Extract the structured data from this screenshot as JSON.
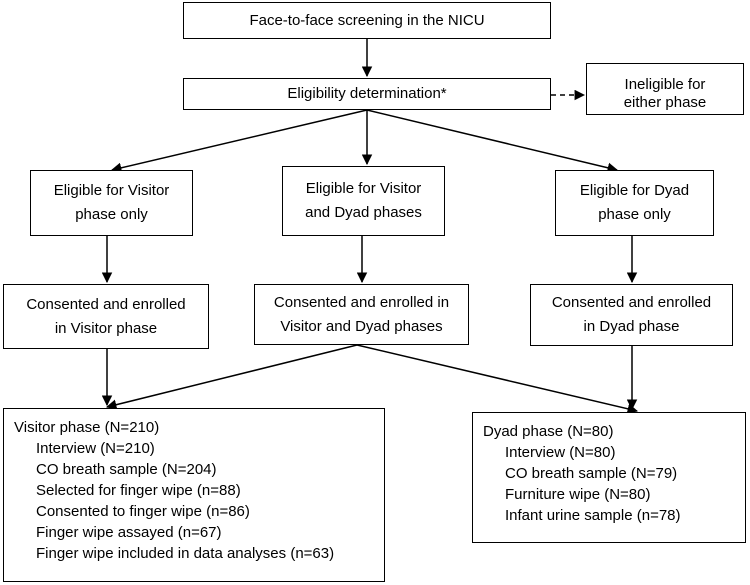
{
  "nodes": {
    "screening": {
      "lines": [
        "Face-to-face screening in the NICU"
      ]
    },
    "eligibility": {
      "lines": [
        "Eligibility determination*"
      ]
    },
    "ineligible": {
      "lines": [
        "Ineligible for",
        "either phase"
      ]
    },
    "eligible_visitor": {
      "lines": [
        "Eligible for Visitor",
        "phase only"
      ]
    },
    "eligible_both": {
      "lines": [
        "Eligible for Visitor",
        "and Dyad phases"
      ]
    },
    "eligible_dyad": {
      "lines": [
        "Eligible for Dyad",
        "phase only"
      ]
    },
    "enrolled_visitor": {
      "lines": [
        "Consented and enrolled",
        "in Visitor phase"
      ]
    },
    "enrolled_both": {
      "lines": [
        "Consented and enrolled in",
        "Visitor and Dyad phases"
      ]
    },
    "enrolled_dyad": {
      "lines": [
        "Consented and enrolled",
        "in Dyad phase"
      ]
    },
    "visitor_phase": {
      "title": "Visitor phase (N=210)",
      "items": [
        "Interview (N=210)",
        "CO breath sample (N=204)",
        "Selected for finger wipe (n=88)",
        "Consented to finger wipe (n=86)",
        "Finger wipe assayed (n=67)",
        "Finger wipe included in data analyses (n=63)"
      ]
    },
    "dyad_phase": {
      "title": "Dyad phase (N=80)",
      "items": [
        "Interview (N=80)",
        "CO breath sample (N=79)",
        "Furniture wipe (N=80)",
        "Infant urine sample (n=78)"
      ]
    }
  },
  "colors": {
    "stroke": "#000000",
    "background": "#ffffff"
  }
}
